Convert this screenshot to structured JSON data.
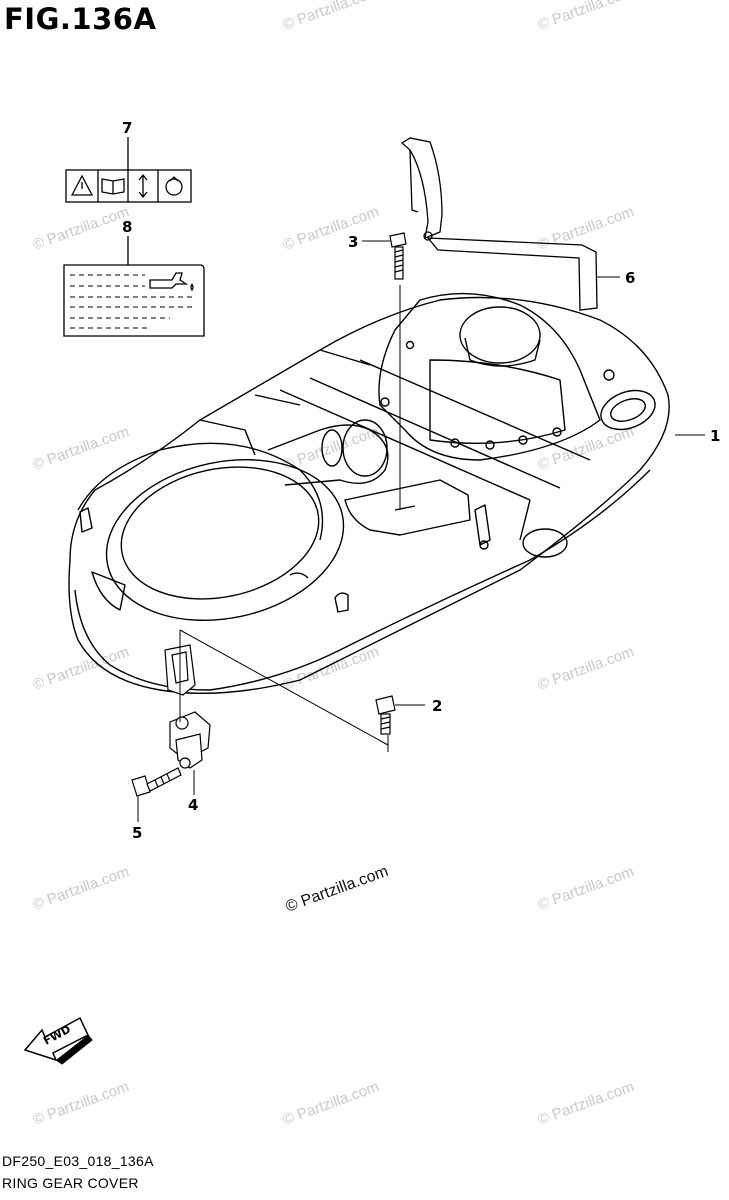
{
  "figure": {
    "title": "FIG.136A",
    "code": "DF250_E03_018_136A",
    "name": "RING GEAR COVER"
  },
  "callouts": [
    {
      "id": "1",
      "part": "ring-gear-cover"
    },
    {
      "id": "2",
      "part": "bolt"
    },
    {
      "id": "3",
      "part": "bolt"
    },
    {
      "id": "4",
      "part": "clamp"
    },
    {
      "id": "5",
      "part": "bolt"
    },
    {
      "id": "6",
      "part": "hose"
    },
    {
      "id": "7",
      "part": "caution-label"
    },
    {
      "id": "8",
      "part": "oil-label"
    }
  ],
  "fwd_arrow": {
    "label": "FWD"
  },
  "watermark": {
    "text": "© Partzilla.com"
  }
}
